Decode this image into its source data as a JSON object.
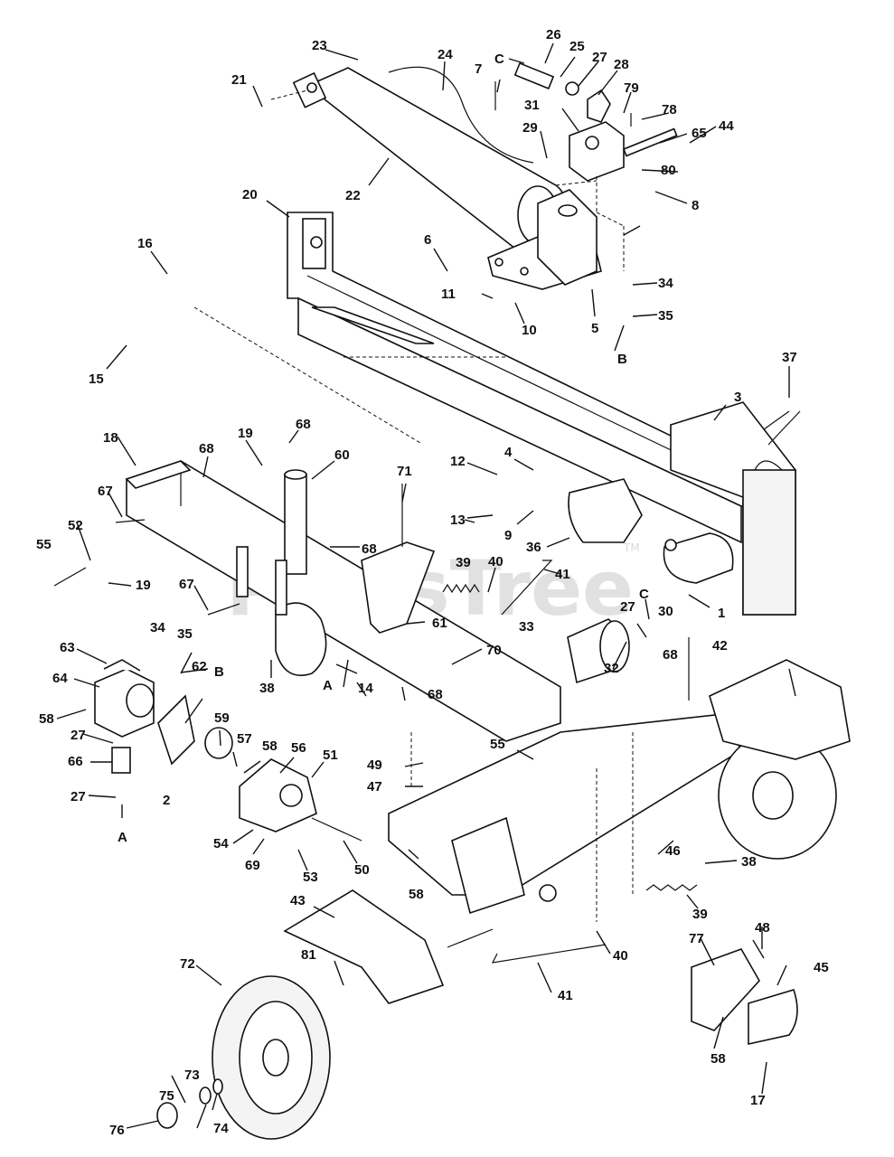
{
  "watermark": {
    "text": "PartsTree",
    "trademark": "TM"
  },
  "connection_letters": [
    "A",
    "B",
    "C"
  ],
  "callouts": [
    "1",
    "2",
    "3",
    "4",
    "5",
    "6",
    "7",
    "8",
    "9",
    "10",
    "11",
    "12",
    "13",
    "14",
    "15",
    "16",
    "17",
    "18",
    "19",
    "20",
    "21",
    "22",
    "23",
    "24",
    "25",
    "26",
    "27",
    "28",
    "29",
    "30",
    "31",
    "32",
    "33",
    "34",
    "35",
    "36",
    "37",
    "38",
    "39",
    "40",
    "41",
    "42",
    "43",
    "44",
    "45",
    "46",
    "47",
    "48",
    "49",
    "50",
    "51",
    "52",
    "53",
    "54",
    "55",
    "56",
    "57",
    "58",
    "59",
    "60",
    "61",
    "62",
    "63",
    "64",
    "65",
    "66",
    "67",
    "68",
    "69",
    "70",
    "71",
    "72",
    "73",
    "74",
    "75",
    "76",
    "77",
    "78",
    "79",
    "80",
    "81"
  ]
}
